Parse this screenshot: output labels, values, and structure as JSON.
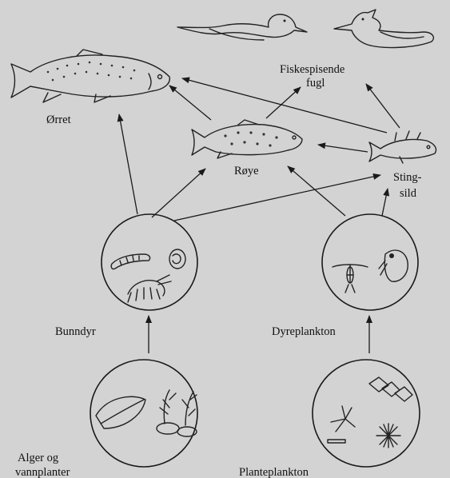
{
  "labels": {
    "fish_eating_bird_line1": "Fiskespisende",
    "fish_eating_bird_line2": "fugl",
    "trout": "Ørret",
    "char": "Røye",
    "stickleback_line1": "Sting-",
    "stickleback_line2": "sild",
    "benthic": "Bunndyr",
    "zooplankton": "Dyreplankton",
    "algae_line1": "Alger og",
    "algae_line2": "vannplanter",
    "phytoplankton": "Planteplankton"
  },
  "colors": {
    "background": "#d3d3d3",
    "line": "#1a1a1a"
  }
}
